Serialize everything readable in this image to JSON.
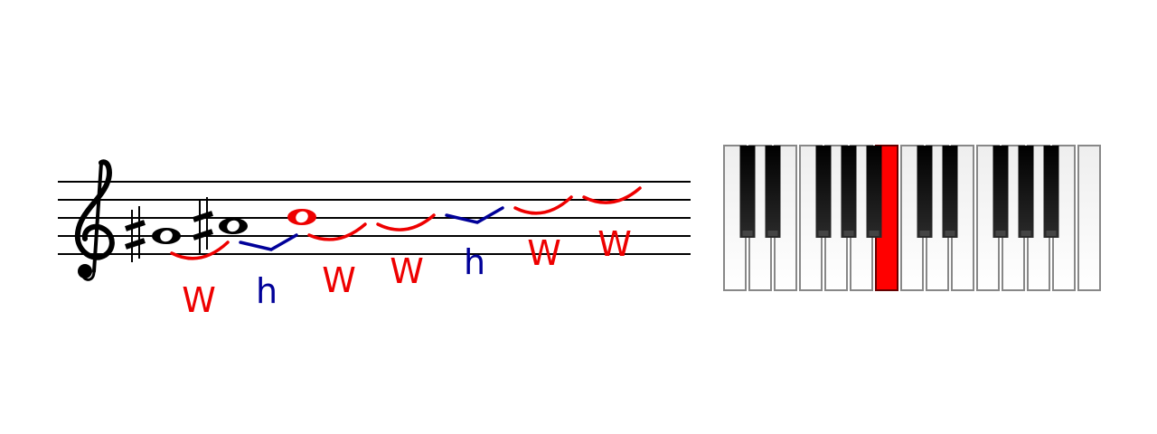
{
  "colors": {
    "whole_step": "#ee0000",
    "half_step": "#000099",
    "highlight_key": "#ff0000",
    "staff_line": "#000000",
    "white_key_border": "#888888",
    "black_key": "#111111"
  },
  "staff": {
    "clef_icon": "treble-clef-icon",
    "key_signature_icons": [
      "sharp-icon",
      "sharp-icon"
    ],
    "notes": [
      {
        "id": "note-1",
        "highlighted": false
      },
      {
        "id": "note-2",
        "highlighted": false
      },
      {
        "id": "note-3",
        "highlighted": true
      }
    ]
  },
  "intervals": [
    {
      "label": "W",
      "kind": "whole"
    },
    {
      "label": "h",
      "kind": "half"
    },
    {
      "label": "W",
      "kind": "whole"
    },
    {
      "label": "W",
      "kind": "whole"
    },
    {
      "label": "h",
      "kind": "half"
    },
    {
      "label": "W",
      "kind": "whole"
    },
    {
      "label": "W",
      "kind": "whole"
    }
  ],
  "keyboard": {
    "white_key_count": 15,
    "highlighted_white_key_index": 6
  }
}
